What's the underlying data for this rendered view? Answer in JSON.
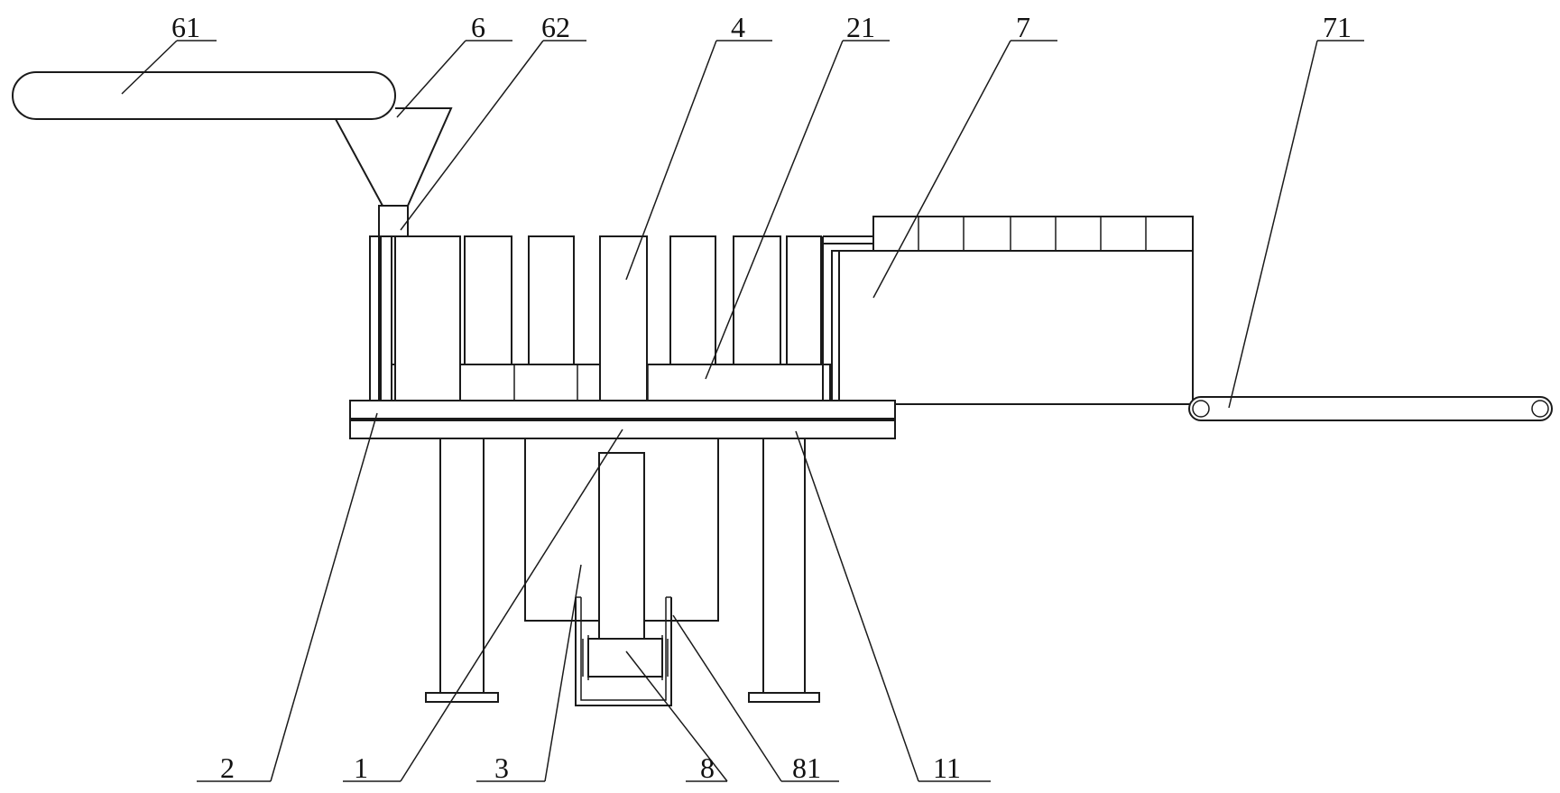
{
  "labels": {
    "l61": "61",
    "l6": "6",
    "l62": "62",
    "l4": "4",
    "l21": "21",
    "l7": "7",
    "l71": "71",
    "l2": "2",
    "l1": "1",
    "l3": "3",
    "l8": "8",
    "l81": "81",
    "l11": "11"
  },
  "colors": {
    "line": "#1a1a1a",
    "background": "#ffffff"
  }
}
